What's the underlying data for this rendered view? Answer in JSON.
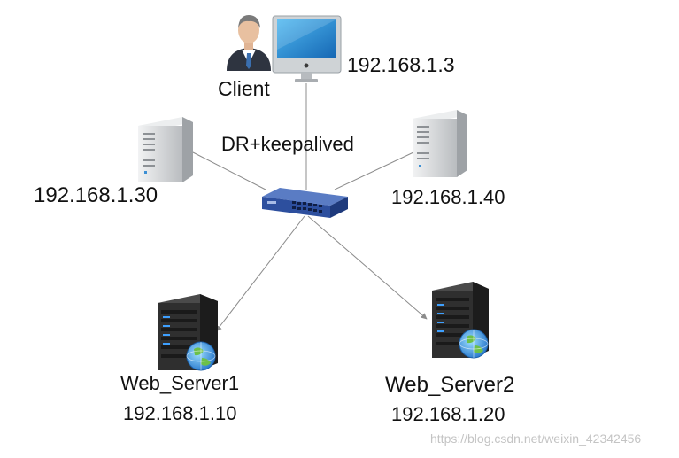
{
  "nodes": {
    "client": {
      "label": "Client",
      "ip": "192.168.1.3"
    },
    "switch": {
      "label": "DR+keepalived"
    },
    "director_1": {
      "ip": "192.168.1.30"
    },
    "director_2": {
      "ip": "192.168.1.40"
    },
    "web_server_1": {
      "label": "Web_Server1",
      "ip": "192.168.1.10"
    },
    "web_server_2": {
      "label": "Web_Server2",
      "ip": "192.168.1.20"
    }
  },
  "watermark": "https://blog.csdn.net/weixin_42342456",
  "colors": {
    "line": "#8c8c8c",
    "switch": "#2d4f9e",
    "tower_server": "#dcdee0",
    "rack_server": "#2b2b2b",
    "monitor_screen": "#1e8fd6"
  }
}
